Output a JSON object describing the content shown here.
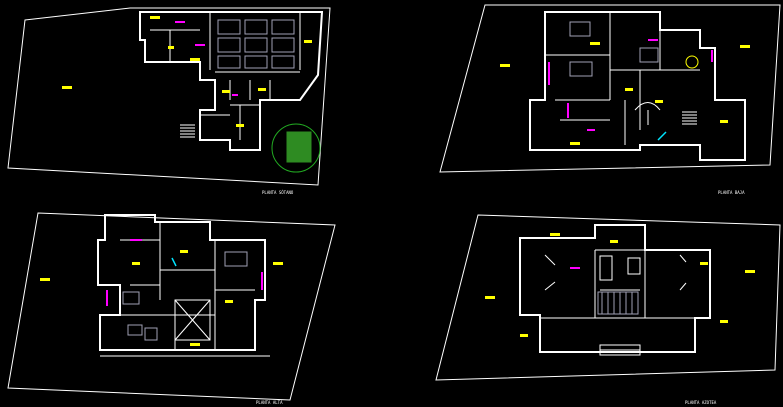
{
  "drawing": {
    "background": "#000000",
    "colors": {
      "outline": "#ffffff",
      "dimension": "#ffff00",
      "accent": "#ff00ff",
      "furniture": "#a0a0b4",
      "grass": "#2e8b22",
      "tree": "#22aa22",
      "cyan": "#00e5ff"
    },
    "plans": [
      {
        "id": "plan-sotano",
        "title": "PLANTA SÓTANO"
      },
      {
        "id": "plan-baja",
        "title": "PLANTA BAJA"
      },
      {
        "id": "plan-alta",
        "title": "PLANTA ALTA"
      },
      {
        "id": "plan-azotea",
        "title": "PLANTA AZOTEA"
      }
    ]
  }
}
